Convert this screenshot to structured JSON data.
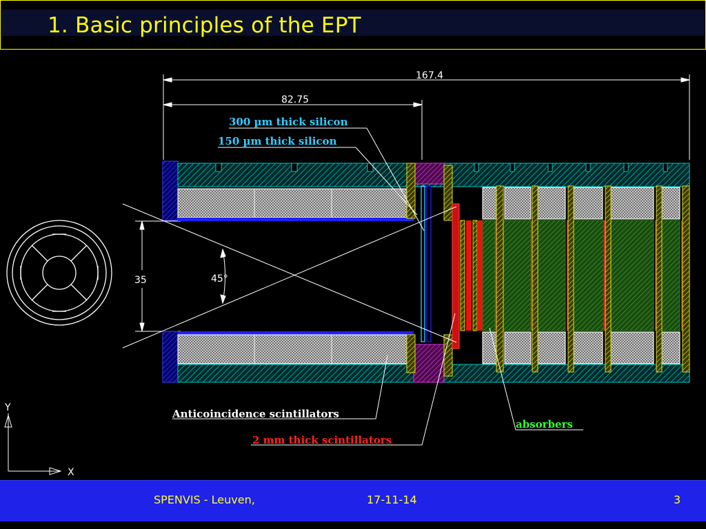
{
  "slide": {
    "title": "1. Basic principles of the EPT"
  },
  "diagram": {
    "dim_total": "167.4",
    "dim_partial": "82.75",
    "dim_aperture": "35",
    "angle": "45°",
    "label_si300": "300 µm thick silicon",
    "label_si150": "150 µm thick silicon",
    "label_anti": "Anticoincidence scintillators",
    "label_scint": "2 mm thick scintillators",
    "label_absorbers": "absorbers",
    "axis_y": "Y",
    "axis_x": "X",
    "colors": {
      "silicon_label": "#33ccff",
      "anti_label": "#ffffff",
      "scint_label": "#ff2222",
      "absorber_label": "#33ff33",
      "housing": "#00c8c8",
      "anti_scint": "#ffffff",
      "frame_blue": "#2020ff",
      "magenta": "#cc22cc",
      "yellow": "#dddd22",
      "absorber_fill": "#2a7a1a",
      "scint_red": "#ee1111"
    }
  },
  "footer": {
    "org": "SPENVIS - Leuven,",
    "date": "17-11-14",
    "page": "3"
  }
}
